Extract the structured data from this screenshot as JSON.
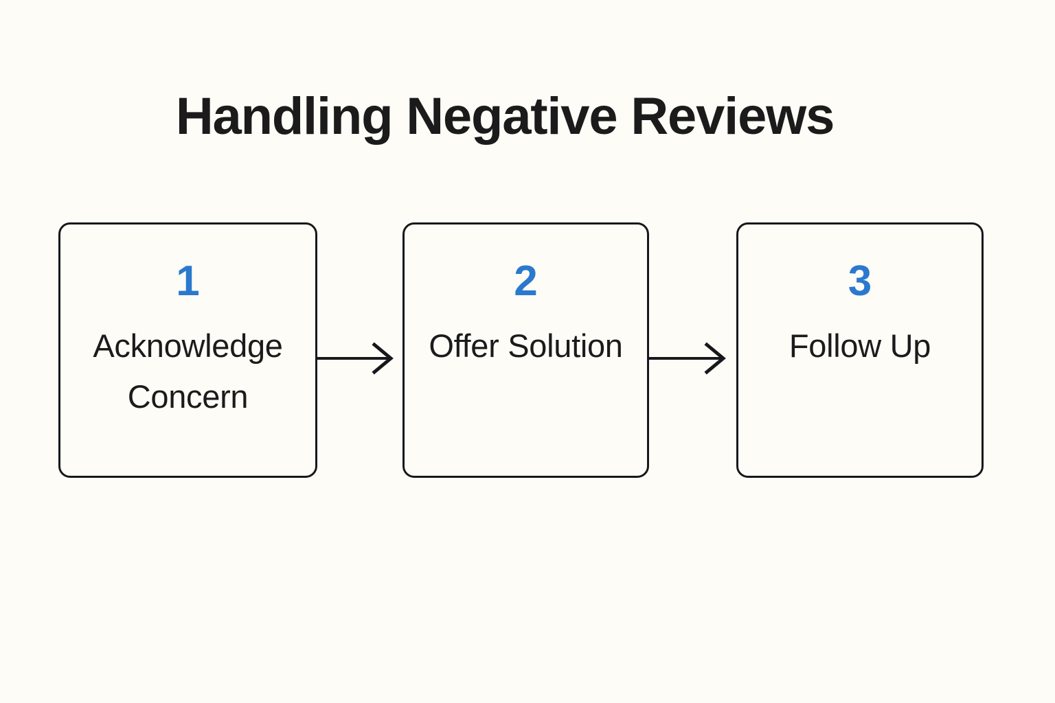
{
  "page": {
    "title": "Handling Negative Reviews",
    "background_color": "#fdfcf7",
    "text_color": "#1b1b1b",
    "accent_color": "#2b79ce",
    "border_color": "#17181c"
  },
  "flow": {
    "type": "horizontal-process-flow",
    "connector_icon": "arrow-right-icon",
    "steps": [
      {
        "number": "1",
        "label": "Acknowledge Concern"
      },
      {
        "number": "2",
        "label": "Offer Solution"
      },
      {
        "number": "3",
        "label": "Follow Up"
      }
    ],
    "connectors": [
      {
        "from": "1",
        "to": "2"
      },
      {
        "from": "2",
        "to": "3"
      }
    ]
  }
}
